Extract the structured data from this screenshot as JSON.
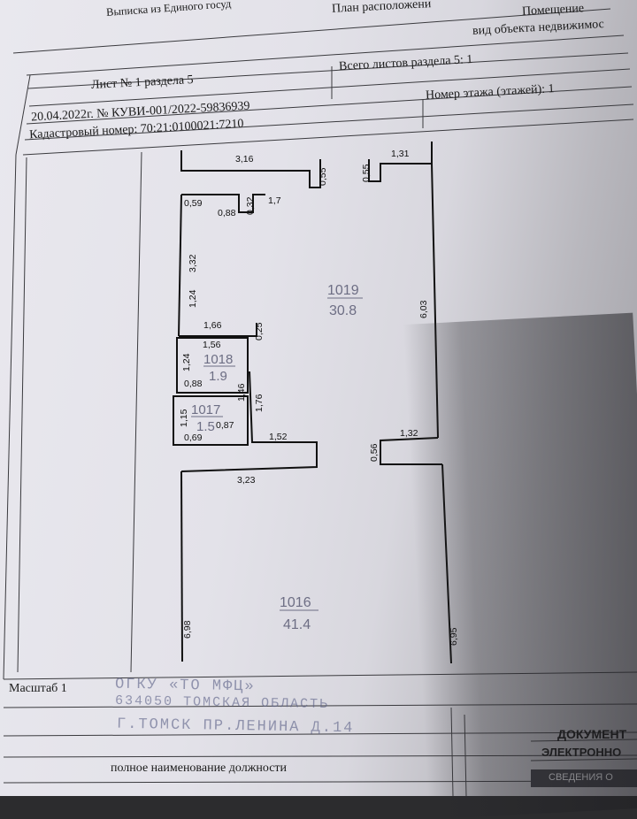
{
  "header": {
    "extract_title_fragment": "Выписка из Единого госуд",
    "plan_title_fragment": "План расположени",
    "object_label": "Помещение",
    "object_kind_label": "вид объекта недвижимос",
    "sheet_number": "Лист № 1 раздела 5",
    "total_sheets": "Всего листов раздела 5: 1",
    "date_ref": "20.04.2022г. № КУВИ-001/2022-59836939",
    "floor_number": "Номер этажа (этажей): 1",
    "cadastral_number": "Кадастровый номер: 70:21:0100021:7210"
  },
  "plan": {
    "rooms": [
      {
        "number": "1019",
        "area": "30.8"
      },
      {
        "number": "1018",
        "area": "1.9"
      },
      {
        "number": "1017",
        "area": "1.5"
      },
      {
        "number": "1016",
        "area": "41.4"
      }
    ],
    "dimensions": {
      "d316": "3,16",
      "d055a": "0,55",
      "d055b": "0,55",
      "d131": "1,31",
      "d059": "0,59",
      "d088a": "0,88",
      "d032": "0,32",
      "d17": "1,7",
      "d332": "3,32",
      "d124a": "1,24",
      "d603": "6,03",
      "d166": "1,66",
      "d025": "0,25",
      "d156": "1,56",
      "d124b": "1,24",
      "d088b": "0,88",
      "d146": "1,46",
      "d176": "1,76",
      "d115": "1,15",
      "d087": "0,87",
      "d069": "0,69",
      "d152": "1,52",
      "d132": "1,32",
      "d056": "0,56",
      "d323": "3,23",
      "d698": "6,98",
      "d695": "6,95"
    }
  },
  "footer": {
    "scale_label": "Масштаб 1",
    "position_label": "полное наименование должности",
    "doc_label": "ДОКУМЕНТ",
    "electronic_label": "ЭЛЕКТРОННО",
    "info_label": "СВЕДЕНИЯ О"
  },
  "stamp": {
    "line1": "ОГКУ «ТО МФЦ»",
    "line2": "634050 ТОМСКАЯ ОБЛАСТЬ",
    "line3": "Г.ТОМСК ПР.ЛЕНИНА Д.14"
  }
}
